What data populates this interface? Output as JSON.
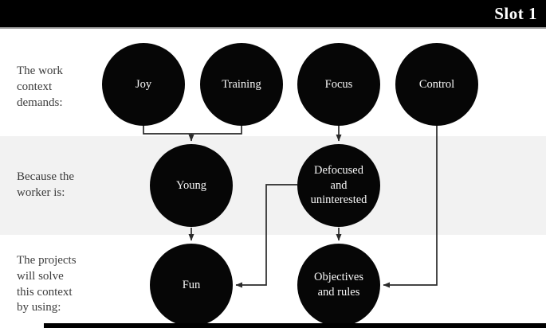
{
  "header": {
    "title": "Slot 1"
  },
  "rows": [
    {
      "label": "The work\ncontext\ndemands:",
      "nodes": [
        {
          "label": "Joy"
        },
        {
          "label": "Training"
        },
        {
          "label": "Focus"
        },
        {
          "label": "Control"
        }
      ]
    },
    {
      "label": "Because the\nworker is:",
      "nodes": [
        {
          "label": "Young"
        },
        {
          "label": "Defocused\nand\nuninterested"
        }
      ]
    },
    {
      "label": "The projects\nwill solve\nthis context\nby using:",
      "nodes": [
        {
          "label": "Fun"
        },
        {
          "label": "Objectives\nand rules"
        }
      ]
    }
  ],
  "connectors": [
    {
      "from": "Joy",
      "to": "Young"
    },
    {
      "from": "Training",
      "to": "Young"
    },
    {
      "from": "Focus",
      "to": "Defocused and uninterested"
    },
    {
      "from": "Control",
      "to": "Objectives and rules"
    },
    {
      "from": "Young",
      "to": "Fun"
    },
    {
      "from": "Defocused and uninterested",
      "to": "Fun"
    },
    {
      "from": "Defocused and uninterested",
      "to": "Objectives and rules"
    }
  ],
  "colors": {
    "header_bg": "#000000",
    "header_text": "#ffffff",
    "band_bg": "#f2f2f2",
    "node_fill": "#060606",
    "node_text": "#f7f7f7",
    "line": "#2a2a2a",
    "label_text": "#3d3d3d"
  }
}
